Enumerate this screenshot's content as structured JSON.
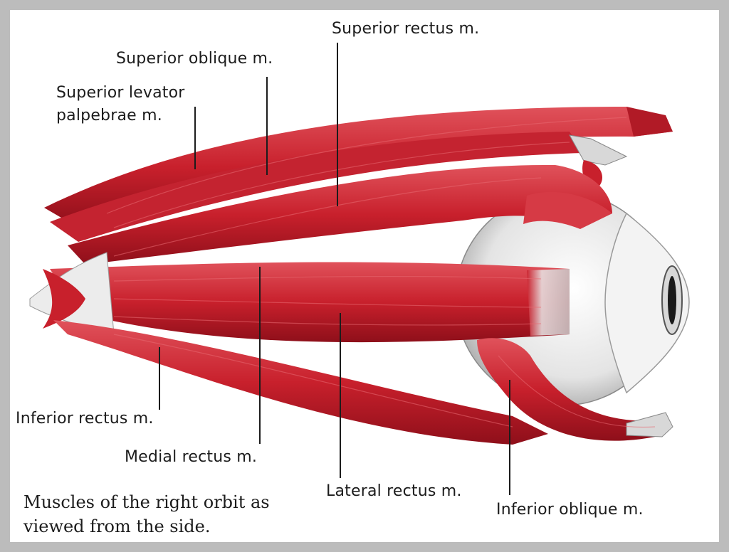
{
  "labels": {
    "superior_rectus": "Superior rectus m.",
    "superior_oblique": "Superior oblique m.",
    "levator_line1": "Superior levator",
    "levator_line2": "palpebrae m.",
    "inferior_rectus": "Inferior rectus m.",
    "medial_rectus": "Medial rectus m.",
    "lateral_rectus": "Lateral rectus m.",
    "inferior_oblique": "Inferior oblique m."
  },
  "caption": {
    "line1": "Muscles of the right orbit as",
    "line2": "viewed from the side."
  },
  "colors": {
    "muscle": "#c8202c",
    "muscle_dark": "#8e0f1a",
    "muscle_light": "#e05a62",
    "tendon": "#dcdcdc",
    "eyeball": "#e6e6e6",
    "frame": "#bcbcbc",
    "text": "#1c1c1c"
  }
}
